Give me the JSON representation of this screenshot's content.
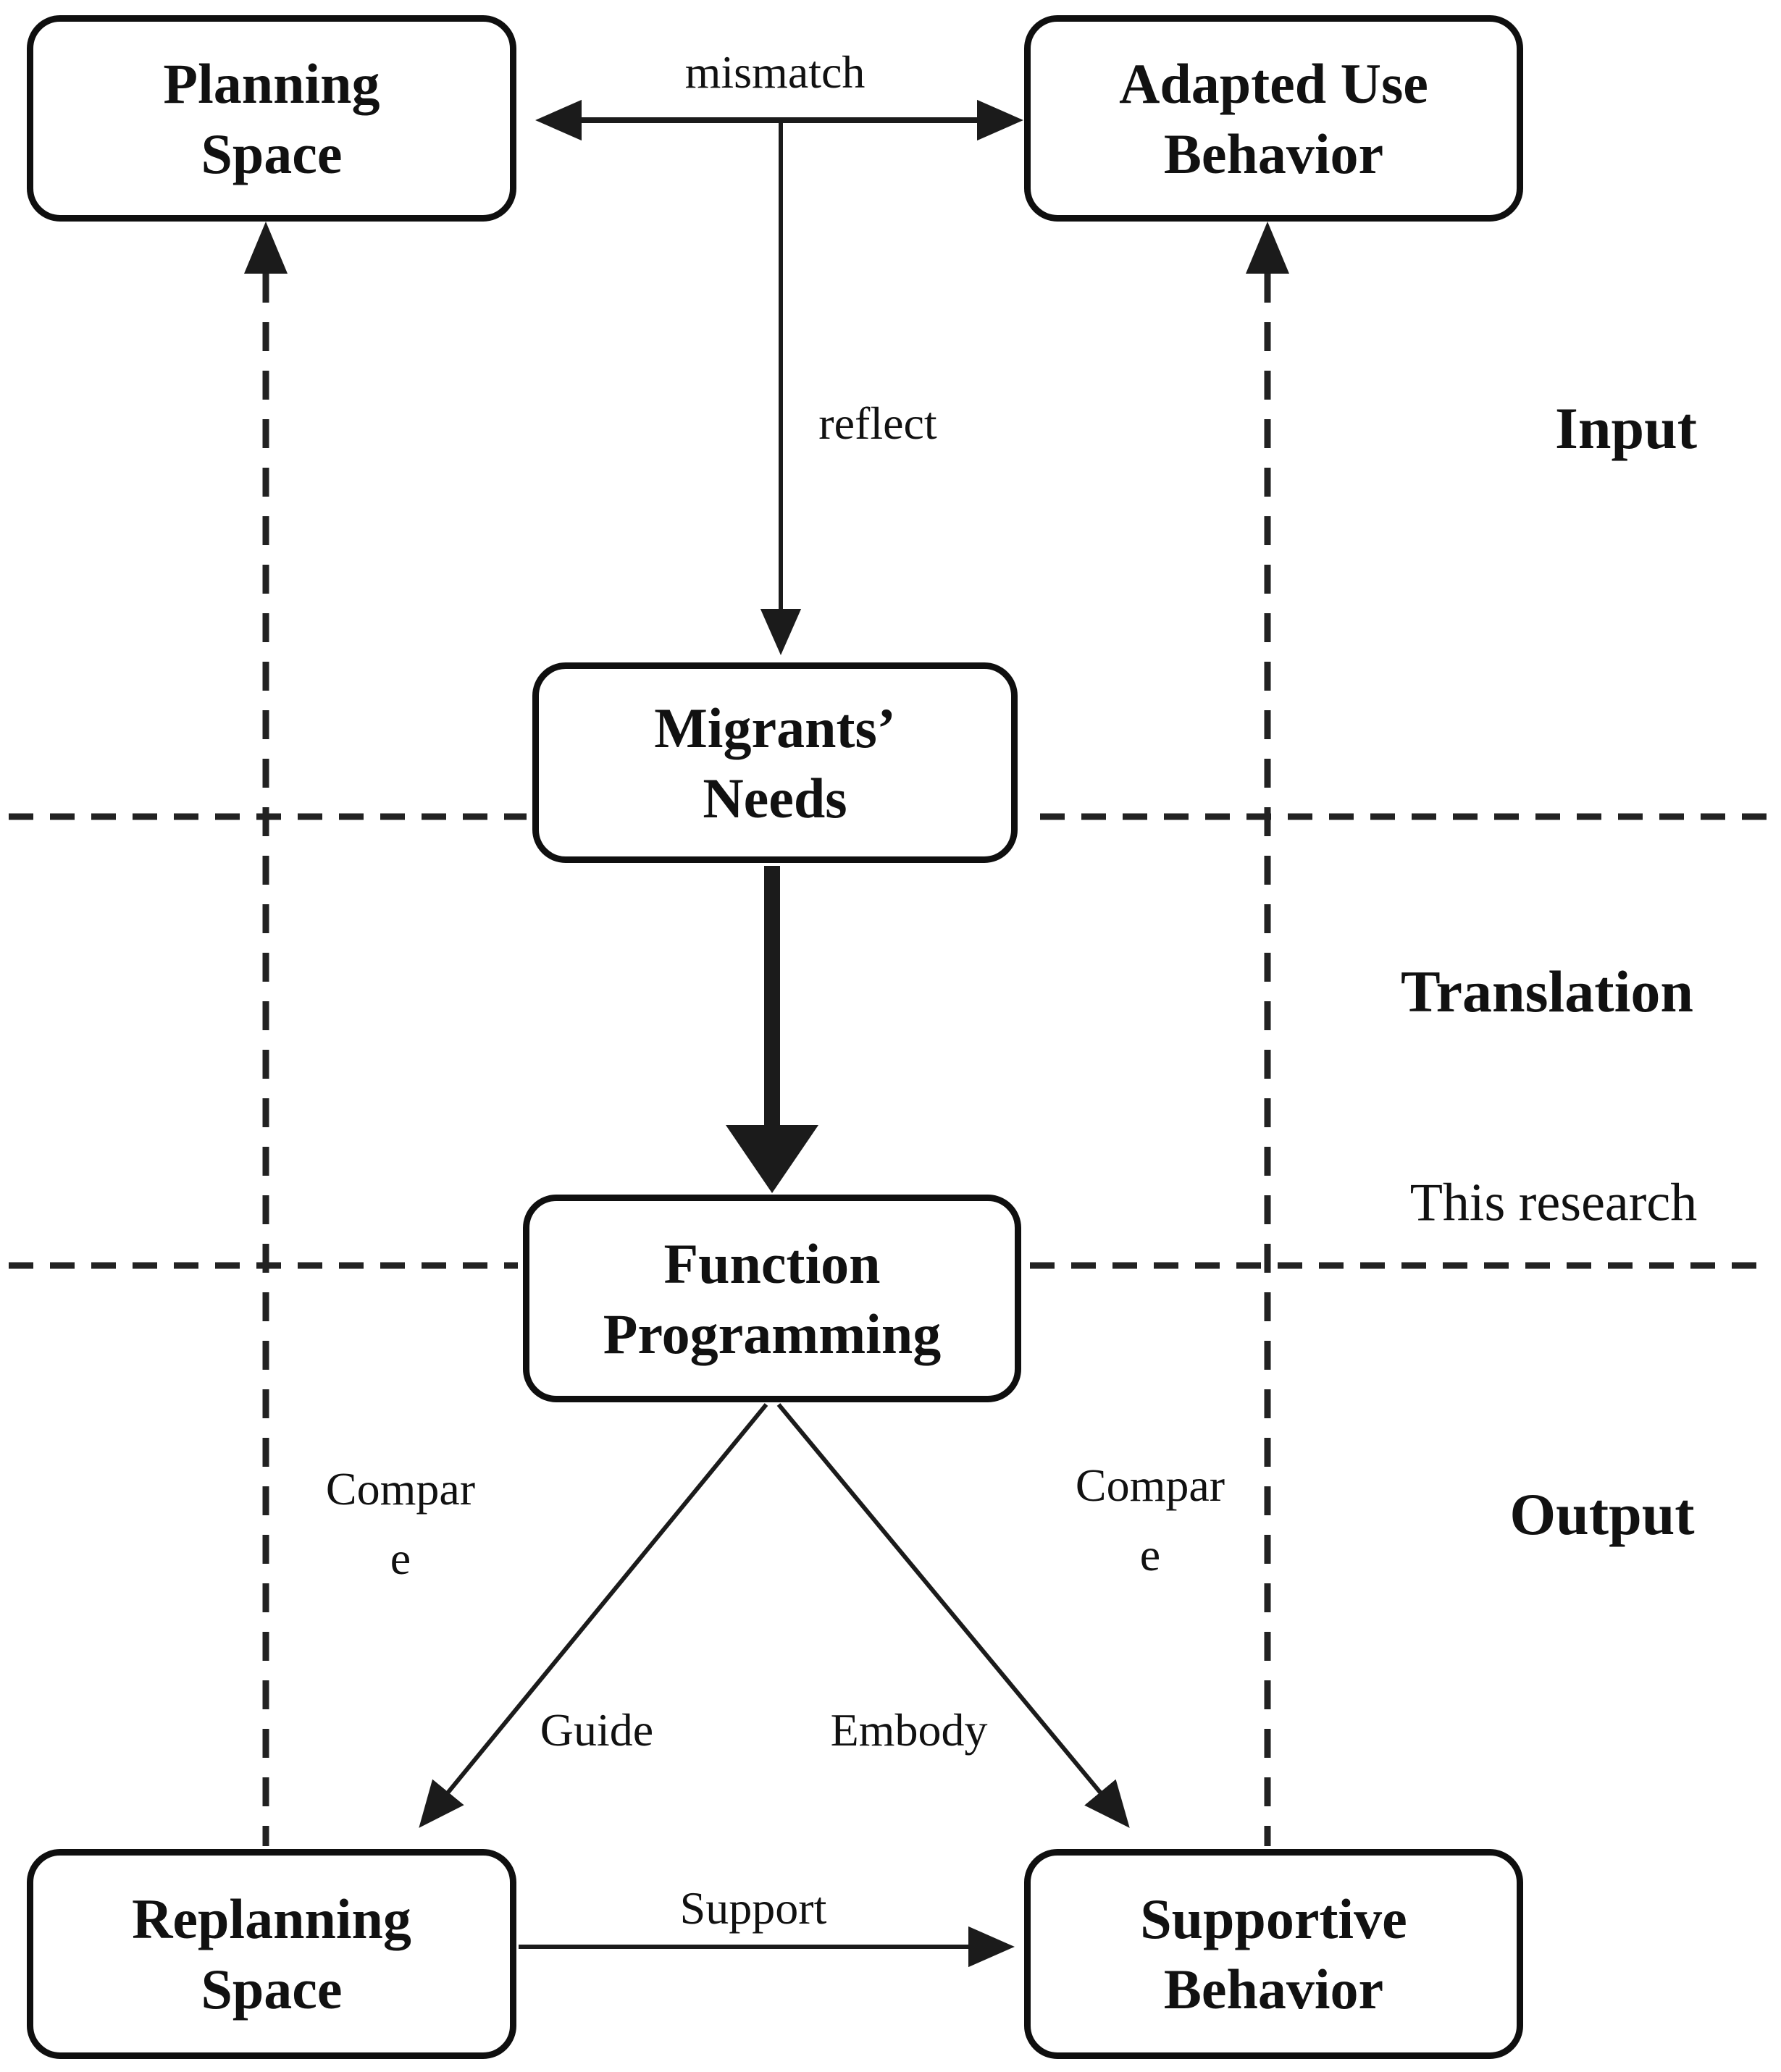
{
  "diagram": {
    "nodes": {
      "planning_space": {
        "line1": "Planning",
        "line2": "Space"
      },
      "adapted_use_behavior": {
        "line1": "Adapted Use",
        "line2": "Behavior"
      },
      "migrants_needs": {
        "line1": "Migrants’",
        "line2": "Needs"
      },
      "function_programming": {
        "line1": "Function",
        "line2": "Programming"
      },
      "replanning_space": {
        "line1": "Replanning",
        "line2": "Space"
      },
      "supportive_behavior": {
        "line1": "Supportive",
        "line2": "Behavior"
      }
    },
    "edge_labels": {
      "mismatch": "mismatch",
      "reflect": "reflect",
      "compare_left": "Compare",
      "compare_right": "Compare",
      "guide": "Guide",
      "embody": "Embody",
      "support": "Support"
    },
    "section_labels": {
      "input": "Input",
      "translation": "Translation",
      "this_research": "This research",
      "output": "Output"
    },
    "colors": {
      "ink": "#1b1b1b",
      "background": "#ffffff"
    }
  }
}
